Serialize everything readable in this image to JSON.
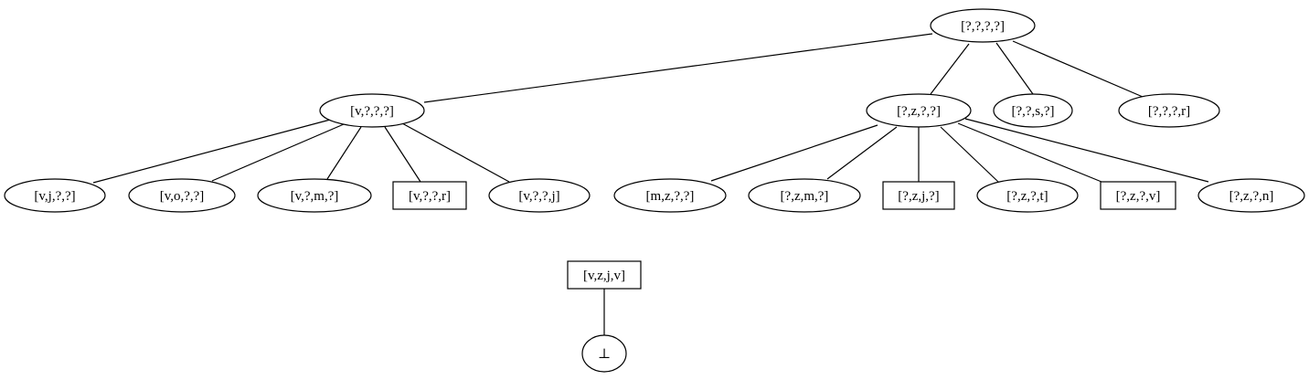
{
  "graph": {
    "nodes": [
      {
        "id": "root",
        "label": "[?,?,?,?]",
        "shape": "ellipse"
      },
      {
        "id": "v",
        "label": "[v,?,?,?]",
        "shape": "ellipse"
      },
      {
        "id": "z",
        "label": "[?,z,?,?]",
        "shape": "ellipse"
      },
      {
        "id": "s",
        "label": "[?,?,s,?]",
        "shape": "ellipse"
      },
      {
        "id": "r",
        "label": "[?,?,?,r]",
        "shape": "ellipse"
      },
      {
        "id": "vj",
        "label": "[v,j,?,?]",
        "shape": "ellipse"
      },
      {
        "id": "vo",
        "label": "[v,o,?,?]",
        "shape": "ellipse"
      },
      {
        "id": "vm",
        "label": "[v,?,m,?]",
        "shape": "ellipse"
      },
      {
        "id": "vr",
        "label": "[v,?,?,r]",
        "shape": "box"
      },
      {
        "id": "vjj",
        "label": "[v,?,?,j]",
        "shape": "ellipse"
      },
      {
        "id": "mz",
        "label": "[m,z,?,?]",
        "shape": "ellipse"
      },
      {
        "id": "zm",
        "label": "[?,z,m,?]",
        "shape": "ellipse"
      },
      {
        "id": "zj",
        "label": "[?,z,j,?]",
        "shape": "box"
      },
      {
        "id": "zt",
        "label": "[?,z,?,t]",
        "shape": "ellipse"
      },
      {
        "id": "zv",
        "label": "[?,z,?,v]",
        "shape": "box"
      },
      {
        "id": "zn",
        "label": "[?,z,?,n]",
        "shape": "ellipse"
      },
      {
        "id": "vzjv",
        "label": "[v,z,j,v]",
        "shape": "box"
      },
      {
        "id": "bottom",
        "label": "⊥",
        "shape": "ellipse"
      }
    ],
    "edges": [
      [
        "root",
        "v"
      ],
      [
        "root",
        "z"
      ],
      [
        "root",
        "s"
      ],
      [
        "root",
        "r"
      ],
      [
        "v",
        "vj"
      ],
      [
        "v",
        "vo"
      ],
      [
        "v",
        "vm"
      ],
      [
        "v",
        "vr"
      ],
      [
        "v",
        "vjj"
      ],
      [
        "z",
        "mz"
      ],
      [
        "z",
        "zm"
      ],
      [
        "z",
        "zj"
      ],
      [
        "z",
        "zt"
      ],
      [
        "z",
        "zv"
      ],
      [
        "z",
        "zn"
      ],
      [
        "vzjv",
        "bottom"
      ]
    ]
  }
}
